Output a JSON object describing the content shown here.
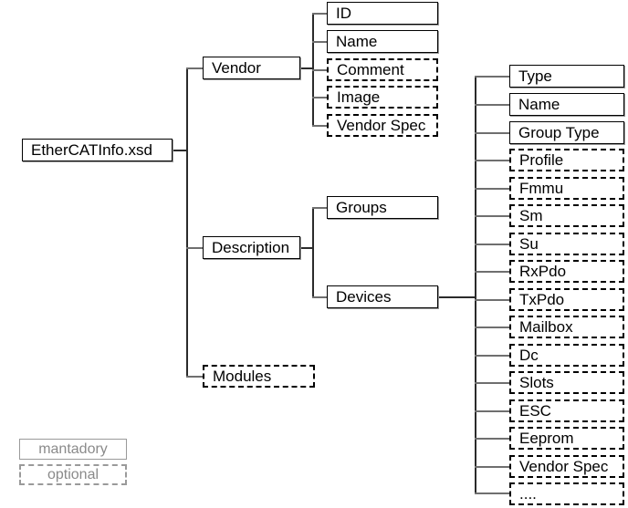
{
  "diagram": {
    "title_node": "EtherCATInfo.xsd",
    "type": "tree",
    "root": {
      "label": "EtherCATInfo.xsd",
      "kind": "mandatory"
    },
    "level1": [
      {
        "label": "Vendor",
        "kind": "mandatory"
      },
      {
        "label": "Description",
        "kind": "mandatory"
      },
      {
        "label": "Modules",
        "kind": "optional"
      }
    ],
    "vendor_children": [
      {
        "label": "ID",
        "kind": "mandatory"
      },
      {
        "label": "Name",
        "kind": "mandatory"
      },
      {
        "label": "Comment",
        "kind": "optional"
      },
      {
        "label": "Image",
        "kind": "optional"
      },
      {
        "label": "Vendor Spec",
        "kind": "optional"
      }
    ],
    "description_children": [
      {
        "label": "Groups",
        "kind": "mandatory"
      },
      {
        "label": "Devices",
        "kind": "mandatory"
      }
    ],
    "devices_children": [
      {
        "label": "Type",
        "kind": "mandatory"
      },
      {
        "label": "Name",
        "kind": "mandatory"
      },
      {
        "label": "Group Type",
        "kind": "mandatory"
      },
      {
        "label": "Profile",
        "kind": "optional"
      },
      {
        "label": "Fmmu",
        "kind": "optional"
      },
      {
        "label": "Sm",
        "kind": "optional"
      },
      {
        "label": "Su",
        "kind": "optional"
      },
      {
        "label": "RxPdo",
        "kind": "optional"
      },
      {
        "label": "TxPdo",
        "kind": "optional"
      },
      {
        "label": "Mailbox",
        "kind": "optional"
      },
      {
        "label": "Dc",
        "kind": "optional"
      },
      {
        "label": "Slots",
        "kind": "optional"
      },
      {
        "label": "ESC",
        "kind": "optional"
      },
      {
        "label": "Eeprom",
        "kind": "optional"
      },
      {
        "label": "Vendor Spec",
        "kind": "optional"
      },
      {
        "label": "....",
        "kind": "optional"
      }
    ],
    "legend": [
      {
        "label": "mantadory",
        "kind": "mandatory"
      },
      {
        "label": "optional",
        "kind": "optional"
      }
    ],
    "colors": {
      "line": "#2b2b2b",
      "line_light": "#6f6f6f",
      "box_border": "#000000",
      "legend_text": "#8a8a8a",
      "background": "#ffffff"
    }
  }
}
